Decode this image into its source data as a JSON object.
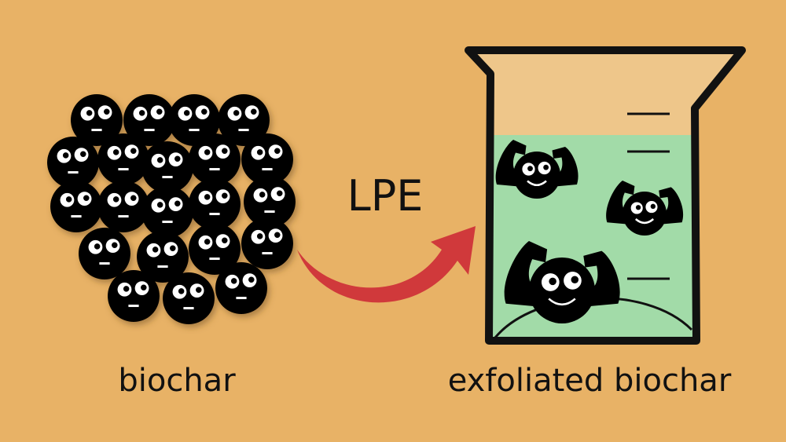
{
  "labels": {
    "left": "biochar",
    "process": "LPE",
    "right": "exfoliated biochar"
  },
  "colors": {
    "background": "#E8B266",
    "liquid": "#A2DBA8",
    "beaker_air": "#EEC68A",
    "arrow": "#D0393B",
    "particle": "#000000"
  }
}
